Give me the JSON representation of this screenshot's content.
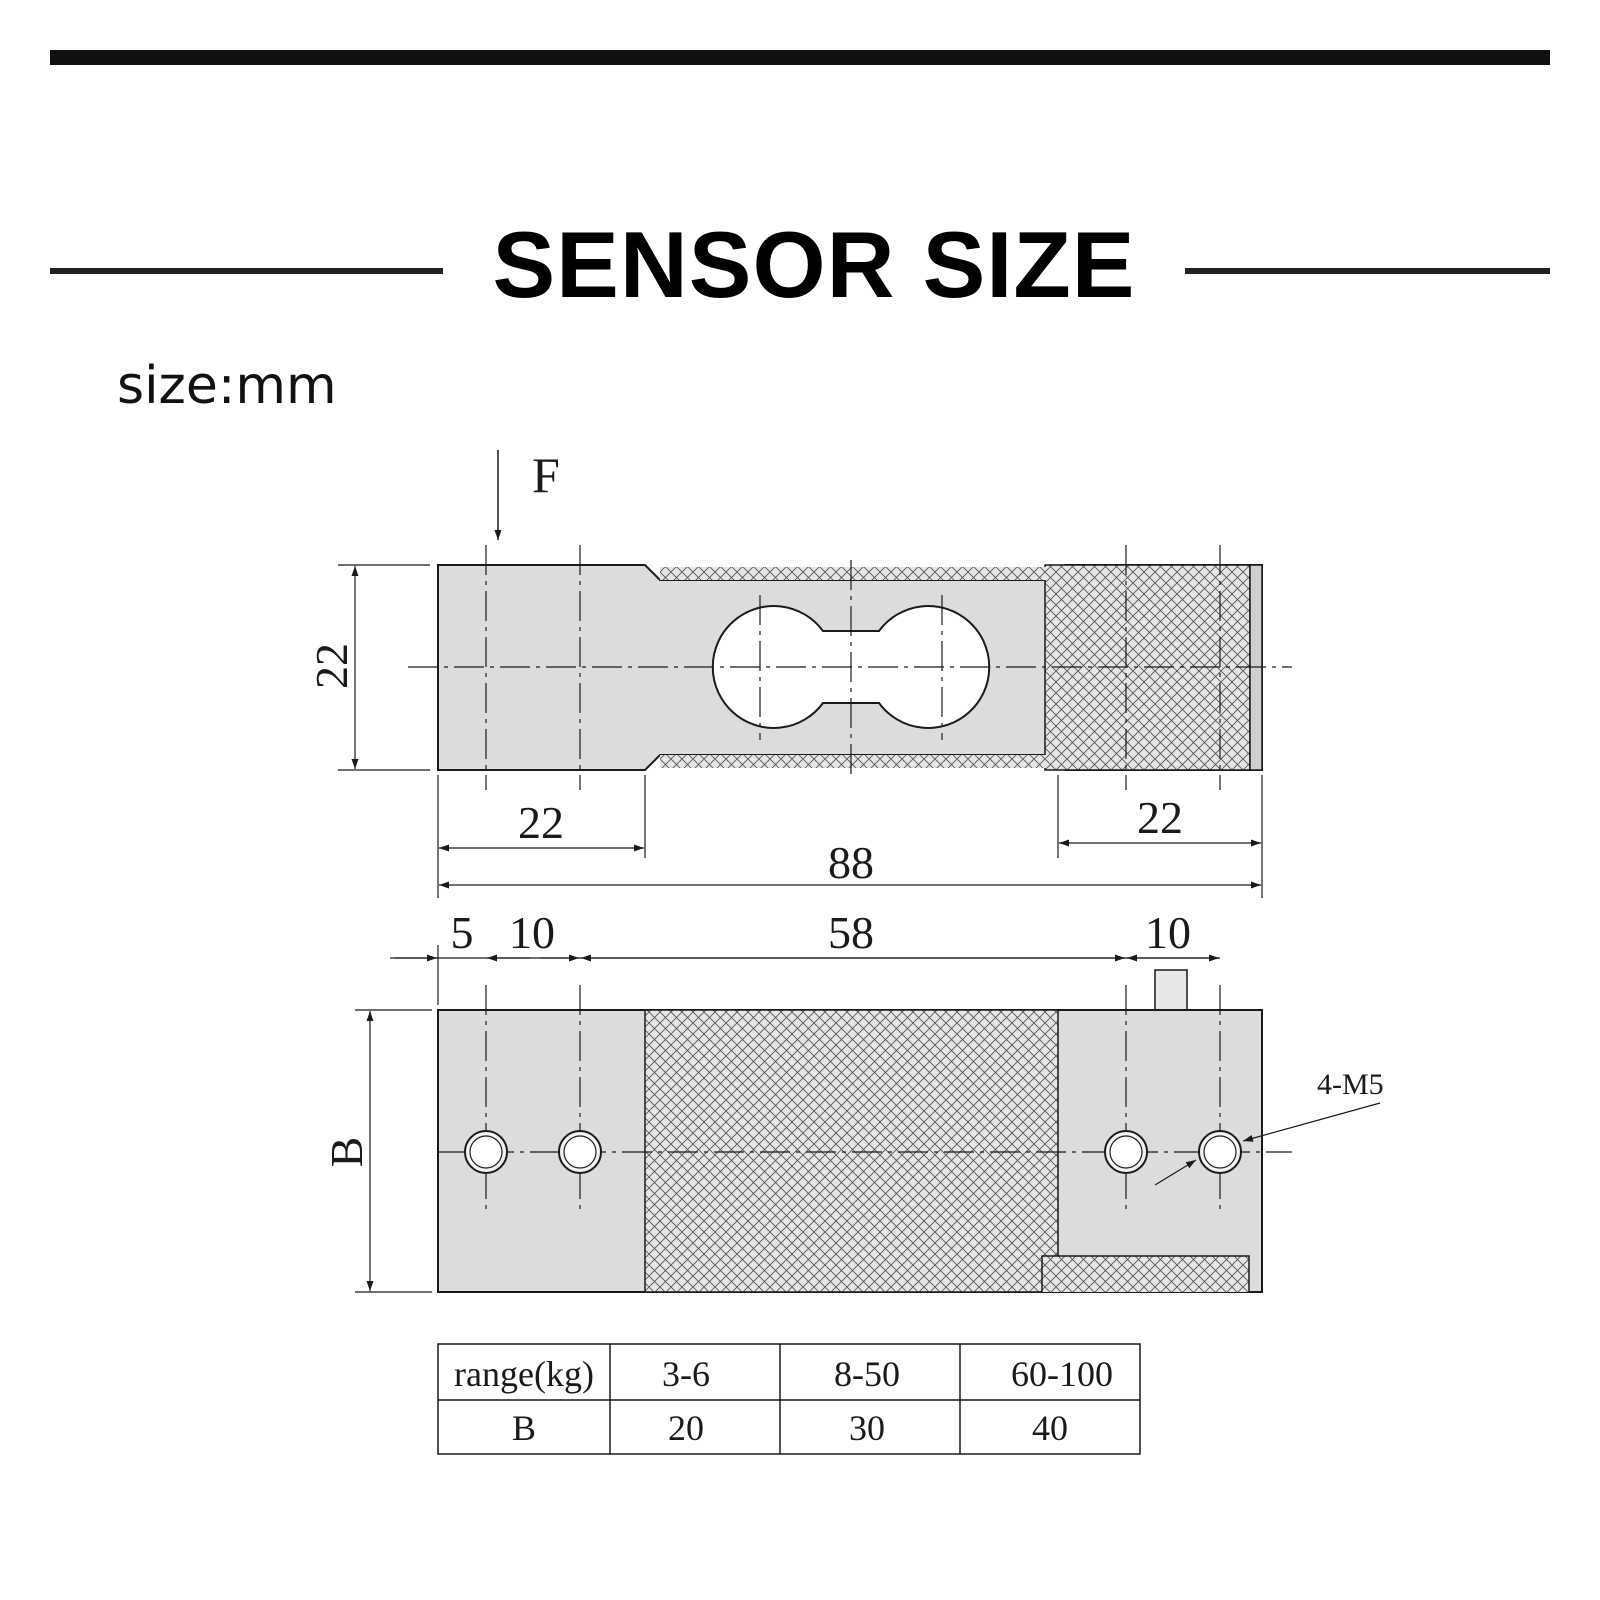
{
  "header": {
    "title": "SENSOR SIZE"
  },
  "units_label": "size:mm",
  "colors": {
    "body_fill": "#dcdcdc",
    "ink": "#1a1a1a",
    "hatch": "#666666",
    "rule": "#111111"
  },
  "side_view": {
    "force_label": "F",
    "height_dim": "22",
    "left_block_dim": "22",
    "right_block_dim": "22",
    "total_length_dim": "88"
  },
  "top_view": {
    "dims": {
      "end_offset": "5",
      "left_hole_pitch": "10",
      "center_pitch": "58",
      "right_hole_pitch": "10"
    },
    "width_dim": "B",
    "thread_callout": "4-M5"
  },
  "range_table": {
    "header": [
      "range(kg)",
      "3-6",
      "8-50",
      "60-100"
    ],
    "rows": [
      [
        "B",
        "20",
        "30",
        "40"
      ]
    ]
  }
}
